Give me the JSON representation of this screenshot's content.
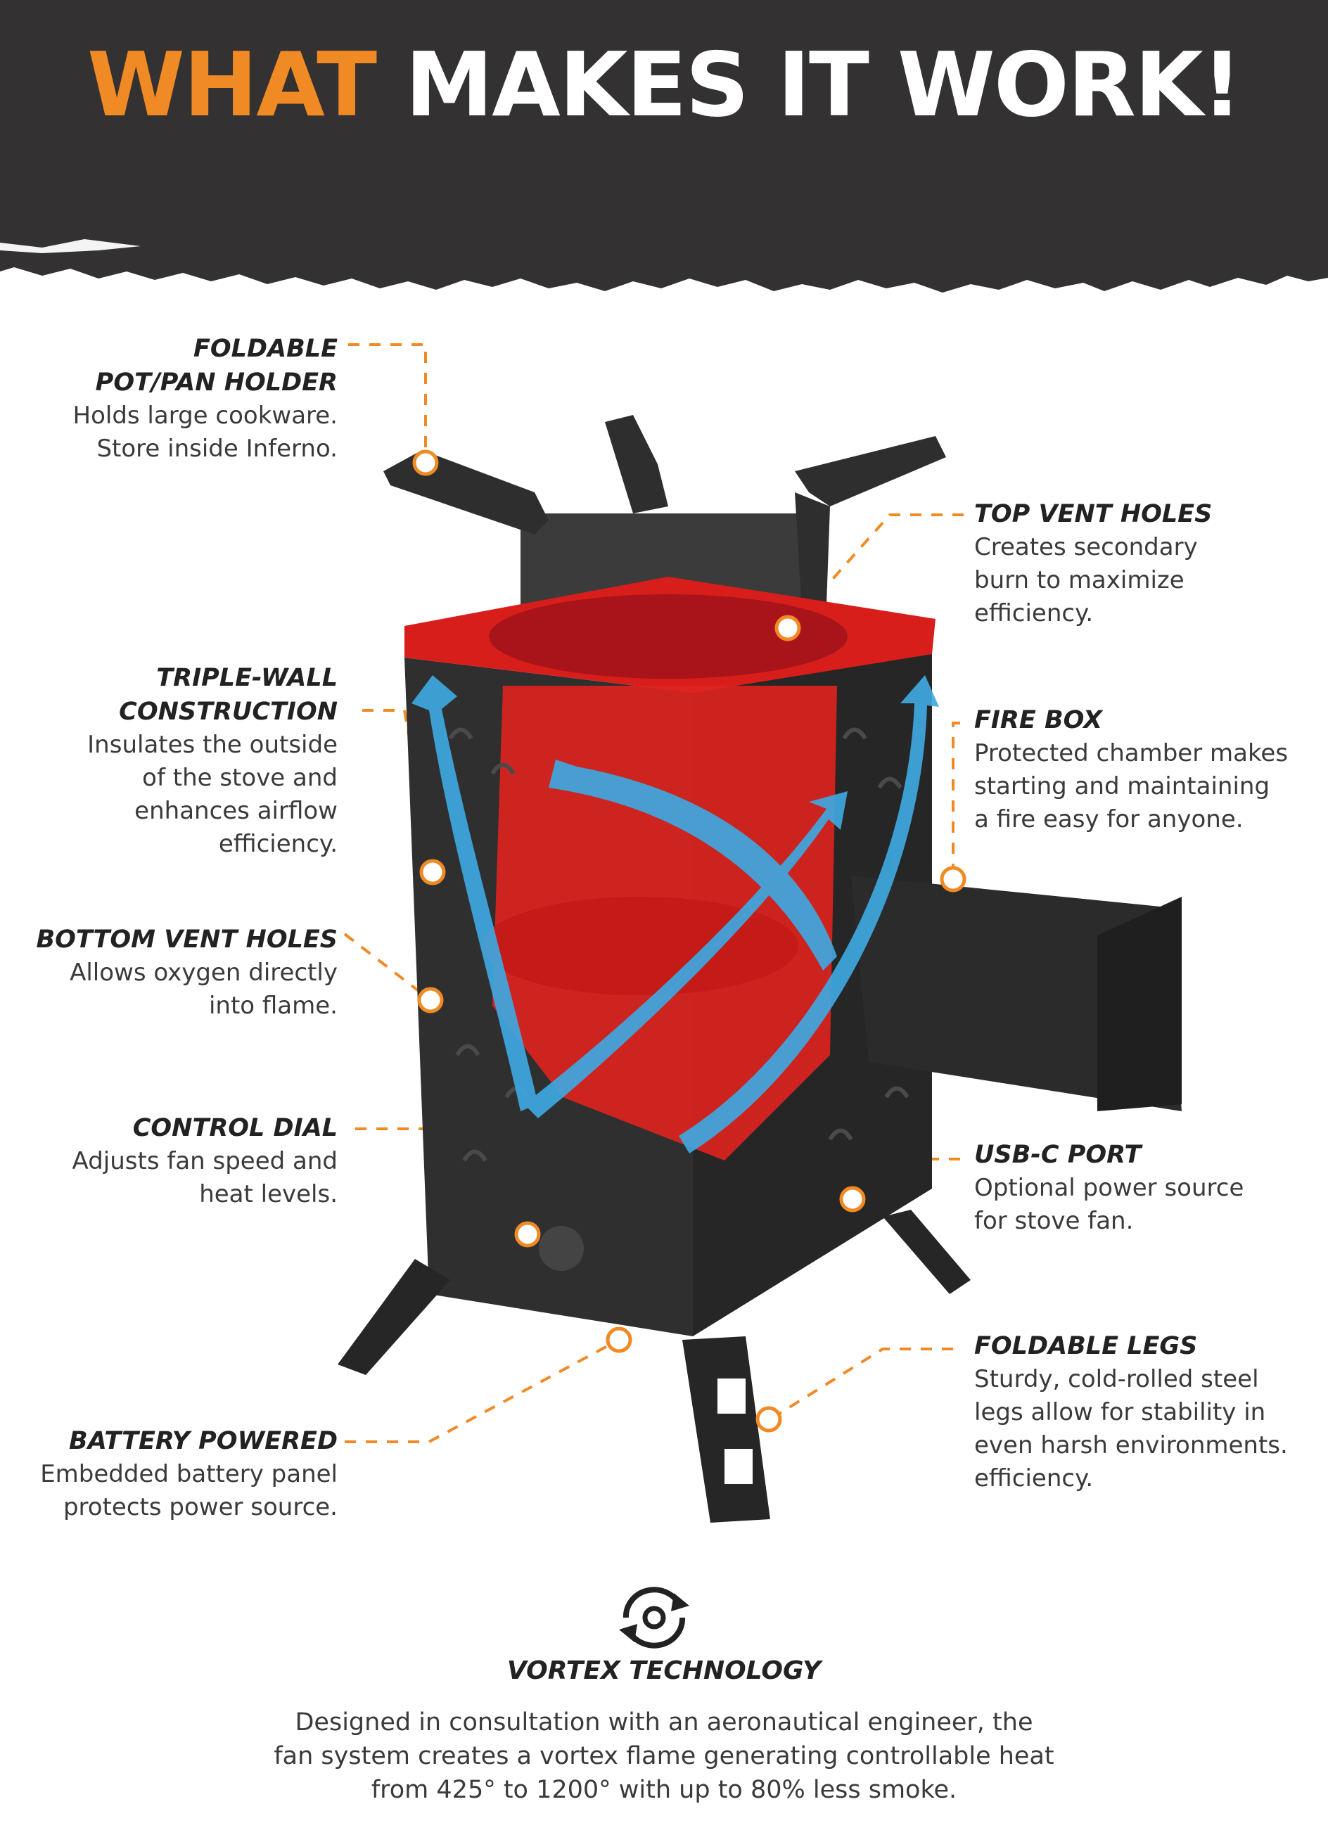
{
  "title": {
    "accent": "WHAT",
    "main": "MAKES IT WORK!"
  },
  "colors": {
    "header_bg": "#333131",
    "accent": "#f08a24",
    "stove_red": "#e0231f",
    "arrow_blue": "#3ea8e0",
    "stove_dark": "#2f2f2f"
  },
  "callouts": {
    "pot_holder": {
      "heading_line1": "FOLDABLE",
      "heading_line2": "POT/PAN HOLDER",
      "desc_line1": "Holds large cookware.",
      "desc_line2": "Store inside Inferno."
    },
    "triple_wall": {
      "heading_line1": "TRIPLE-WALL",
      "heading_line2": "CONSTRUCTION",
      "desc_line1": "Insulates the outside",
      "desc_line2": "of the stove and",
      "desc_line3": "enhances airflow",
      "desc_line4": "efficiency."
    },
    "bottom_vent": {
      "heading": "BOTTOM VENT HOLES",
      "desc_line1": "Allows oxygen directly",
      "desc_line2": "into flame."
    },
    "control_dial": {
      "heading": "CONTROL DIAL",
      "desc_line1": "Adjusts fan speed and",
      "desc_line2": "heat levels."
    },
    "battery": {
      "heading": "BATTERY POWERED",
      "desc_line1": "Embedded battery panel",
      "desc_line2": "protects power source."
    },
    "top_vent": {
      "heading": "TOP VENT HOLES",
      "desc_line1": "Creates secondary",
      "desc_line2": "burn to maximize",
      "desc_line3": "efficiency."
    },
    "fire_box": {
      "heading": "FIRE BOX",
      "desc_line1": "Protected chamber makes",
      "desc_line2": "starting and maintaining",
      "desc_line3": "a fire easy for anyone."
    },
    "usb": {
      "heading": "USB-C PORT",
      "desc_line1": "Optional power source",
      "desc_line2": "for stove fan."
    },
    "legs": {
      "heading": "FOLDABLE LEGS",
      "desc_line1": "Sturdy, cold-rolled steel",
      "desc_line2": "legs allow for stability in",
      "desc_line3": "even harsh environments.",
      "desc_line4": "efficiency."
    }
  },
  "footer": {
    "icon": "vortex-icon",
    "title": "VORTEX TECHNOLOGY",
    "desc_line1": "Designed in consultation with an aeronautical engineer, the",
    "desc_line2": "fan system creates a vortex flame generating controllable heat",
    "desc_line3": "from 425° to 1200° with up to 80% less smoke."
  }
}
